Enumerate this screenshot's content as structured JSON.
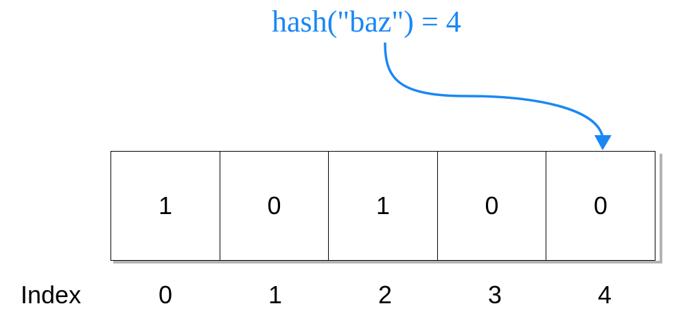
{
  "hash_call": {
    "text": "hash(\"baz\") = 4",
    "target_index": 4
  },
  "bit_array": {
    "cells": [
      "1",
      "0",
      "1",
      "0",
      "0"
    ]
  },
  "index_row": {
    "title": "Index",
    "values": [
      "0",
      "1",
      "2",
      "3",
      "4"
    ]
  },
  "colors": {
    "accent": "#1a87f5",
    "border": "#000000",
    "shadow": "#b3b3b3"
  }
}
